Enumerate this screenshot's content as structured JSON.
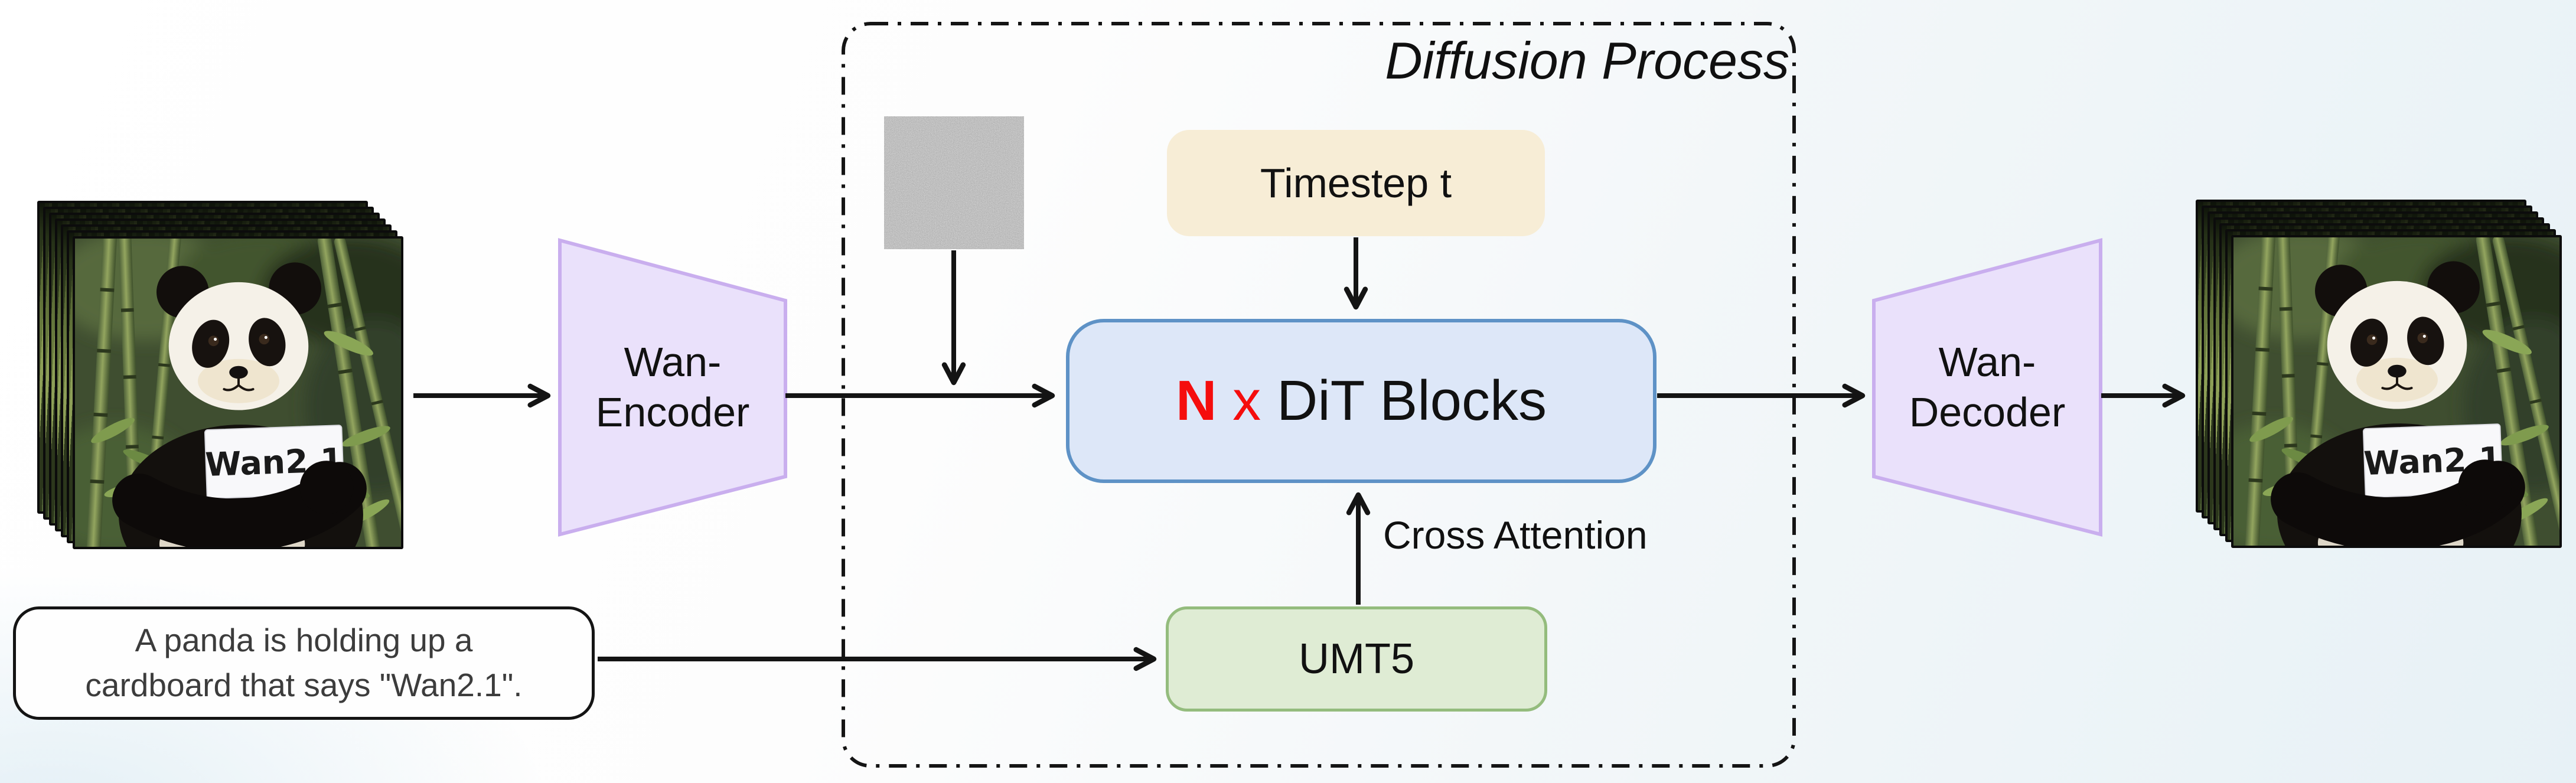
{
  "figure": {
    "region_title": "Diffusion Process",
    "encoder": {
      "line1": "Wan-",
      "line2": "Encoder"
    },
    "decoder": {
      "line1": "Wan-",
      "line2": "Decoder"
    },
    "timestep": {
      "label": "Timestep t"
    },
    "dit": {
      "count_symbol": "N",
      "times_symbol": "x",
      "label": "DiT Blocks"
    },
    "cross_attention_label": "Cross Attention",
    "umt5": {
      "label": "UMT5"
    },
    "prompt": {
      "line1": "A panda is holding up a",
      "line2": "cardboard that says \"Wan2.1\"."
    },
    "panda_sign": "Wan2.1",
    "colors": {
      "timestep_fill": "#f7edd6",
      "dit_fill": "#dde7f8",
      "dit_border": "#5e92c6",
      "dit_count_red": "#f50d0d",
      "umt5_fill": "#dfecd4",
      "umt5_border": "#94bc7d",
      "vae_fill": "#eae1fb",
      "vae_border": "#c9aeee",
      "line_color": "#141414",
      "background_tint": "#e7f1f6"
    }
  }
}
